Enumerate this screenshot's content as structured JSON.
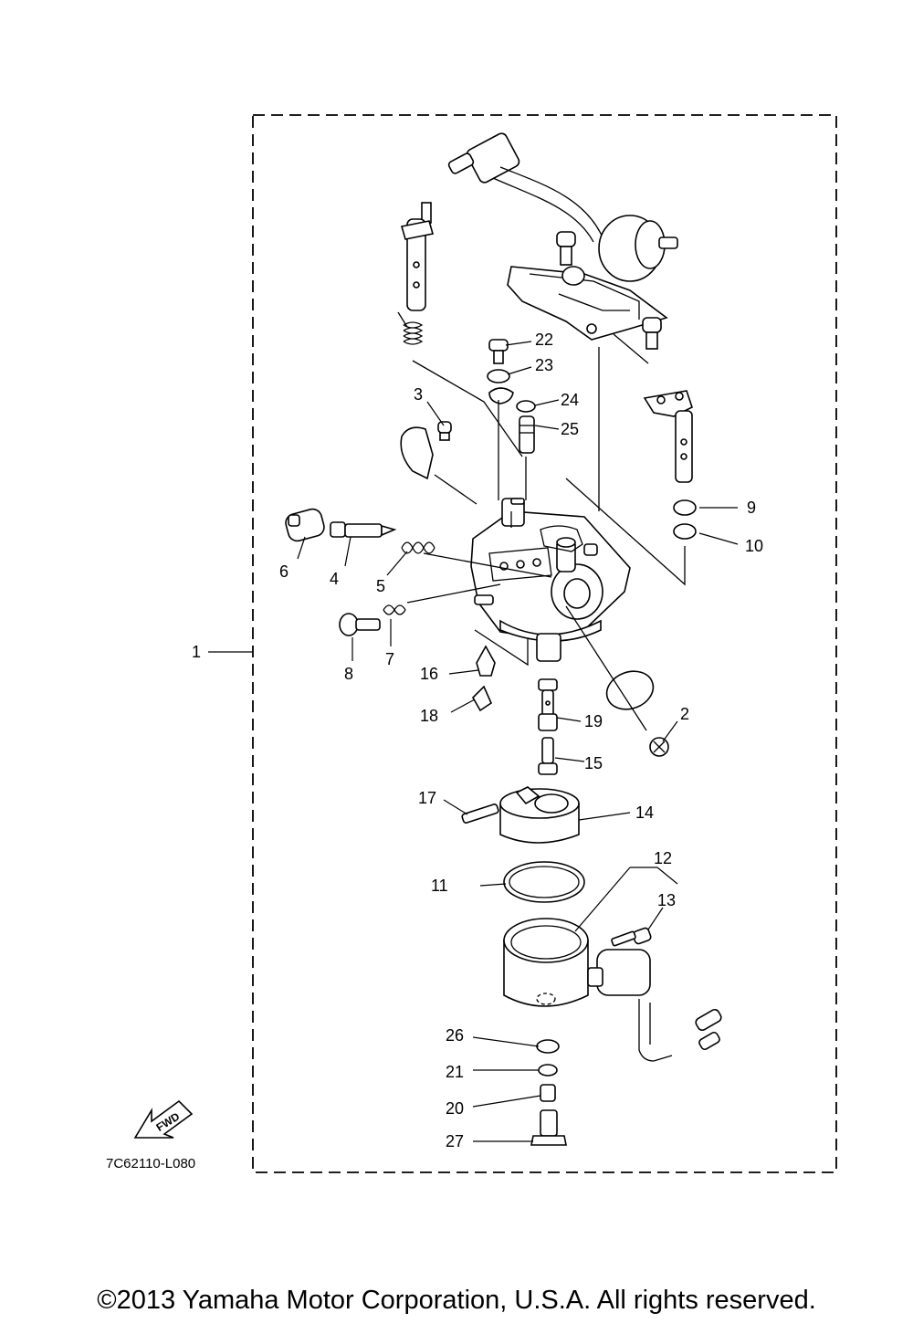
{
  "diagram": {
    "code": "7C62110-L080",
    "fwd_label": "FWD",
    "copyright": "©2013 Yamaha Motor Corporation, U.S.A. All rights reserved.",
    "callouts": [
      "1",
      "2",
      "3",
      "4",
      "5",
      "6",
      "7",
      "8",
      "9",
      "10",
      "11",
      "12",
      "13",
      "14",
      "15",
      "16",
      "17",
      "18",
      "19",
      "20",
      "21",
      "22",
      "23",
      "24",
      "25",
      "26",
      "27"
    ]
  }
}
